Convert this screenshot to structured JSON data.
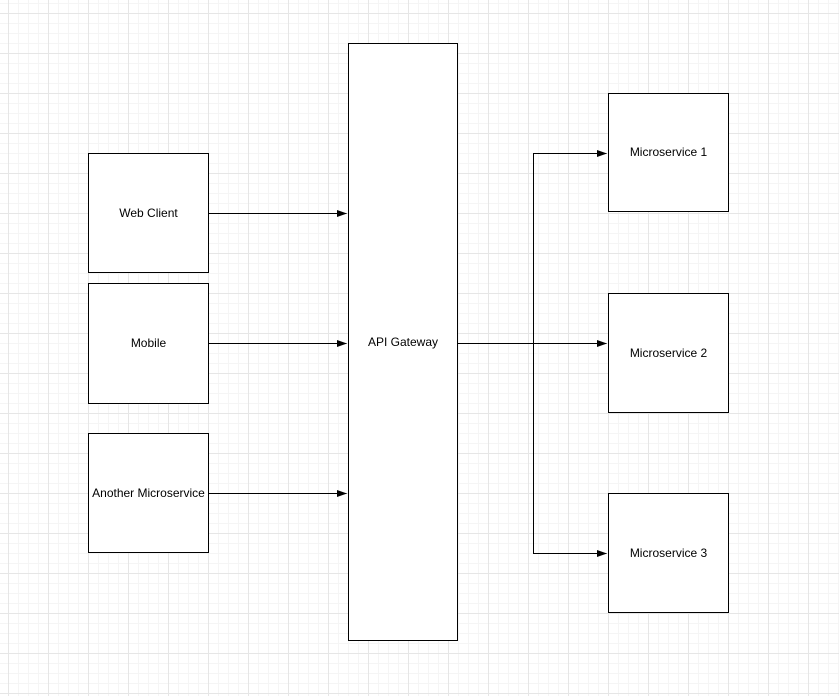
{
  "diagram": {
    "type": "flowchart",
    "colors": {
      "canvas_background": "#ffffff",
      "grid_minor": "#f5f5f5",
      "grid_major": "#e6e6e6",
      "shape_fill": "#ffffff",
      "shape_stroke": "#000000",
      "edge_color": "#000000",
      "label_color": "#000000"
    },
    "nodes": [
      {
        "id": "web-client",
        "label": "Web Client"
      },
      {
        "id": "mobile",
        "label": "Mobile"
      },
      {
        "id": "another-microservice",
        "label": "Another Microservice"
      },
      {
        "id": "api-gateway",
        "label": "API Gateway"
      },
      {
        "id": "microservice-1",
        "label": "Microservice 1"
      },
      {
        "id": "microservice-2",
        "label": "Microservice 2"
      },
      {
        "id": "microservice-3",
        "label": "Microservice 3"
      }
    ],
    "edges": [
      {
        "from": "Web Client",
        "to": "API Gateway",
        "arrow": "end"
      },
      {
        "from": "Mobile",
        "to": "API Gateway",
        "arrow": "end"
      },
      {
        "from": "Another Microservice",
        "to": "API Gateway",
        "arrow": "end"
      },
      {
        "from": "API Gateway",
        "to": "Microservice 1",
        "arrow": "end"
      },
      {
        "from": "API Gateway",
        "to": "Microservice 2",
        "arrow": "end"
      },
      {
        "from": "API Gateway",
        "to": "Microservice 3",
        "arrow": "end"
      }
    ]
  }
}
